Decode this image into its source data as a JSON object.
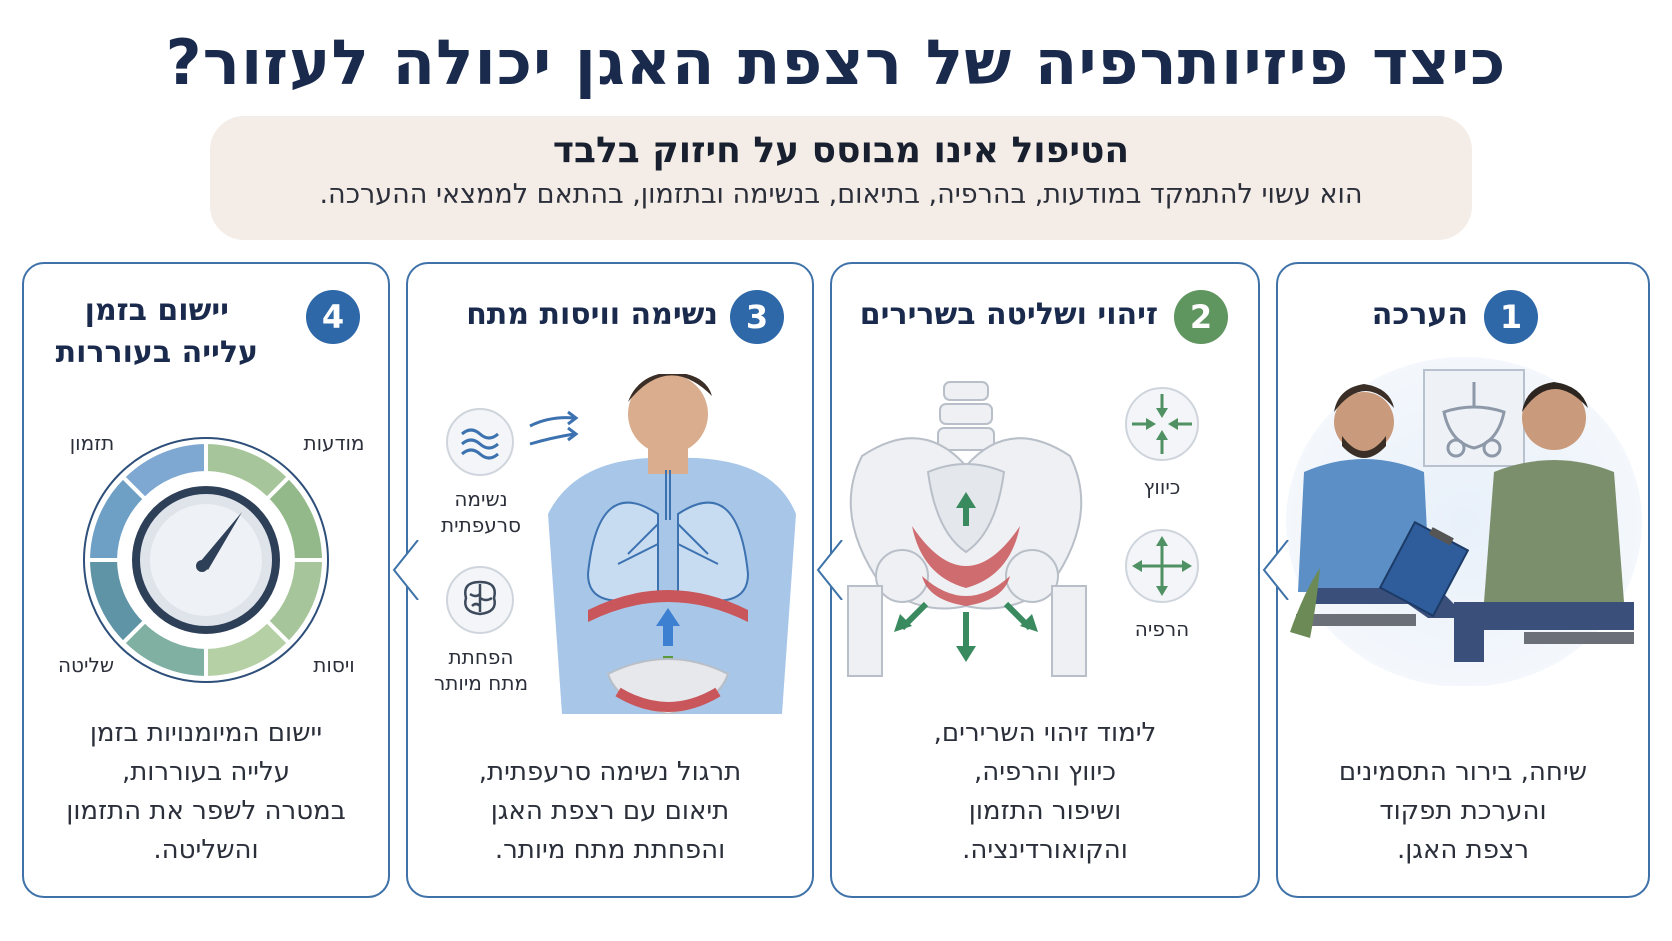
{
  "title": "כיצד פיזיותרפיה של רצפת האגן יכולה לעזור?",
  "banner": {
    "heading": "הטיפול אינו מבוסס על חיזוק בלבד",
    "subtitle": "הוא עשוי להתמקד במודעות, בהרפיה, בתיאום, בנשימה ובתזמון, בהתאם לממצאי ההערכה."
  },
  "steps": [
    {
      "number": "1",
      "title": "הערכה",
      "desc": [
        "שיחה, בירור התסמינים",
        "והערכת תפקוד",
        "רצפת האגן."
      ]
    },
    {
      "number": "2",
      "title": "זיהוי ושליטה בשרירים",
      "labels": {
        "contraction": "כיווץ",
        "relaxation": "הרפיה"
      },
      "desc": [
        "לימוד זיהוי השרירים,",
        "כיווץ והרפיה,",
        "ושיפור התזמון",
        "והקואורדינציה."
      ]
    },
    {
      "number": "3",
      "title": "נשימה וויסות מתח",
      "labels": {
        "breathing": [
          "נשימה",
          "סרעפתית"
        ],
        "stress": [
          "הפחתת",
          "מתח מיותר"
        ]
      },
      "desc": [
        "תרגול נשימה סרעפתית,",
        "תיאום עם רצפת האגן",
        "והפחתת מתח מיותר."
      ]
    },
    {
      "number": "4",
      "title": [
        "יישום בזמן",
        "עלייה בעוררות"
      ],
      "dial_labels": {
        "awareness": "מודעות",
        "timing": "תזמון",
        "control": "שליטה",
        "regulation": "ויסות"
      },
      "desc": [
        "יישום המיומנויות בזמן",
        "עלייה בעוררות,",
        "במטרה לשפר את התזמון",
        "והשליטה."
      ]
    }
  ],
  "colors": {
    "title": "#1a2a4c",
    "step_blue": "#2e68a8",
    "step_green": "#5f955e",
    "border": "#3e72a8",
    "banner_bg": "#f4ece6"
  }
}
